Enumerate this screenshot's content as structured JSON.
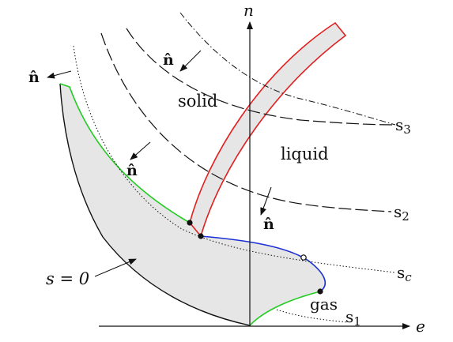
{
  "axes": {
    "x_label": "e",
    "y_label": "n"
  },
  "phases": {
    "solid": "solid",
    "liquid": "liquid",
    "gas": "gas"
  },
  "isentropes": {
    "s_zero": "s = 0",
    "s1": "s",
    "s1_sub": "1",
    "s2": "s",
    "s2_sub": "2",
    "s3": "s",
    "s3_sub": "3",
    "sc": "s",
    "sc_sub": "c"
  },
  "normal_label": "n̂",
  "colors": {
    "solid_liquid_boundary": "#e02020",
    "liquid_gas_boundary": "#1a2fd6",
    "gas_boundary": "#22cc22",
    "shaded_region": "#e6e6e6",
    "ink": "#111111"
  }
}
